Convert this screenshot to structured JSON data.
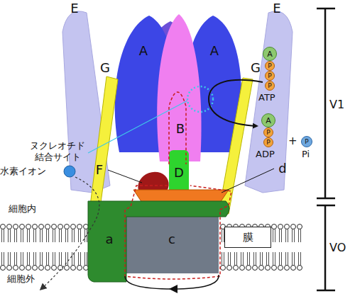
{
  "diagram": {
    "nodes": [
      {
        "text": [
          "E"
        ]
      },
      {
        "text": [
          "E"
        ]
      },
      {
        "text": [
          "A"
        ]
      },
      {
        "text": [
          "A"
        ]
      },
      {
        "text": [
          "G"
        ]
      },
      {
        "text": [
          "G"
        ]
      },
      {
        "text": [
          "B"
        ]
      },
      {
        "text": [
          "D"
        ]
      },
      {
        "text": [
          "F"
        ]
      },
      {
        "text": [
          "d"
        ]
      },
      {
        "text": [
          "a"
        ]
      },
      {
        "text": [
          "c"
        ]
      },
      {
        "text": [
          "膜"
        ]
      },
      {
        "text": [
          "A"
        ]
      },
      {
        "text": [
          "P"
        ]
      },
      {
        "text": [
          "P"
        ]
      },
      {
        "text": [
          "P"
        ]
      },
      {
        "text": [
          "A"
        ]
      },
      {
        "text": [
          "P"
        ]
      },
      {
        "text": [
          "P"
        ]
      },
      {
        "text": [
          "P"
        ]
      }
    ],
    "labels": [
      "ヌクレオチド 結合サイト",
      "水素イオン",
      "細胞内",
      "細胞外",
      "ATP",
      "ADP",
      "+",
      "Pi",
      "V1",
      "VO"
    ]
  }
}
